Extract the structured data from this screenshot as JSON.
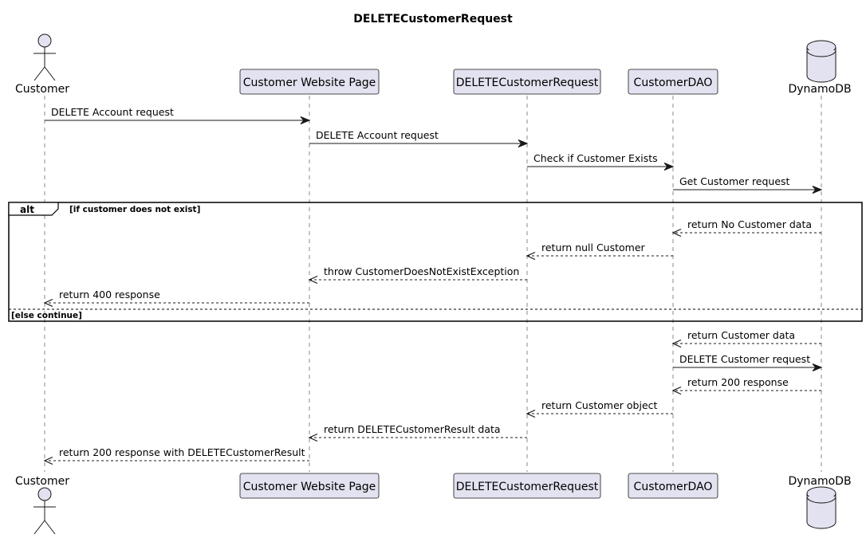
{
  "title": "DELETECustomerRequest",
  "participants": [
    {
      "id": "customer",
      "label": "Customer",
      "kind": "actor"
    },
    {
      "id": "website",
      "label": "Customer Website Page",
      "kind": "participant"
    },
    {
      "id": "request",
      "label": "DELETECustomerRequest",
      "kind": "participant"
    },
    {
      "id": "dao",
      "label": "CustomerDAO",
      "kind": "participant"
    },
    {
      "id": "dynamo",
      "label": "DynamoDB",
      "kind": "database"
    }
  ],
  "messages": [
    {
      "from": "customer",
      "to": "website",
      "label": "DELETE Account request",
      "style": "solid"
    },
    {
      "from": "website",
      "to": "request",
      "label": "DELETE Account request",
      "style": "solid"
    },
    {
      "from": "request",
      "to": "dao",
      "label": "Check if Customer Exists",
      "style": "solid"
    },
    {
      "from": "dao",
      "to": "dynamo",
      "label": "Get Customer request",
      "style": "solid"
    },
    {
      "from": "dynamo",
      "to": "dao",
      "label": "return No Customer data",
      "style": "dashed"
    },
    {
      "from": "dao",
      "to": "request",
      "label": "return null Customer",
      "style": "dashed"
    },
    {
      "from": "request",
      "to": "website",
      "label": "throw CustomerDoesNotExistException",
      "style": "dashed"
    },
    {
      "from": "website",
      "to": "customer",
      "label": "return 400 response",
      "style": "dashed"
    },
    {
      "from": "dynamo",
      "to": "dao",
      "label": "return Customer data",
      "style": "dashed"
    },
    {
      "from": "dao",
      "to": "dynamo",
      "label": "DELETE Customer request",
      "style": "solid"
    },
    {
      "from": "dynamo",
      "to": "dao",
      "label": "return 200 response",
      "style": "dashed"
    },
    {
      "from": "dao",
      "to": "request",
      "label": "return Customer object",
      "style": "dashed"
    },
    {
      "from": "request",
      "to": "website",
      "label": "return DELETECustomerResult data",
      "style": "dashed"
    },
    {
      "from": "website",
      "to": "customer",
      "label": "return 200 response with DELETECustomerResult",
      "style": "dashed"
    }
  ],
  "fragment": {
    "label": "alt",
    "condition": "[if customer does not exist]",
    "else_condition": "[else continue]"
  },
  "colors": {
    "participant_fill": "#e2e2f0",
    "participant_border": "#181818",
    "lifeline": "#888888",
    "arrow": "#181818"
  }
}
